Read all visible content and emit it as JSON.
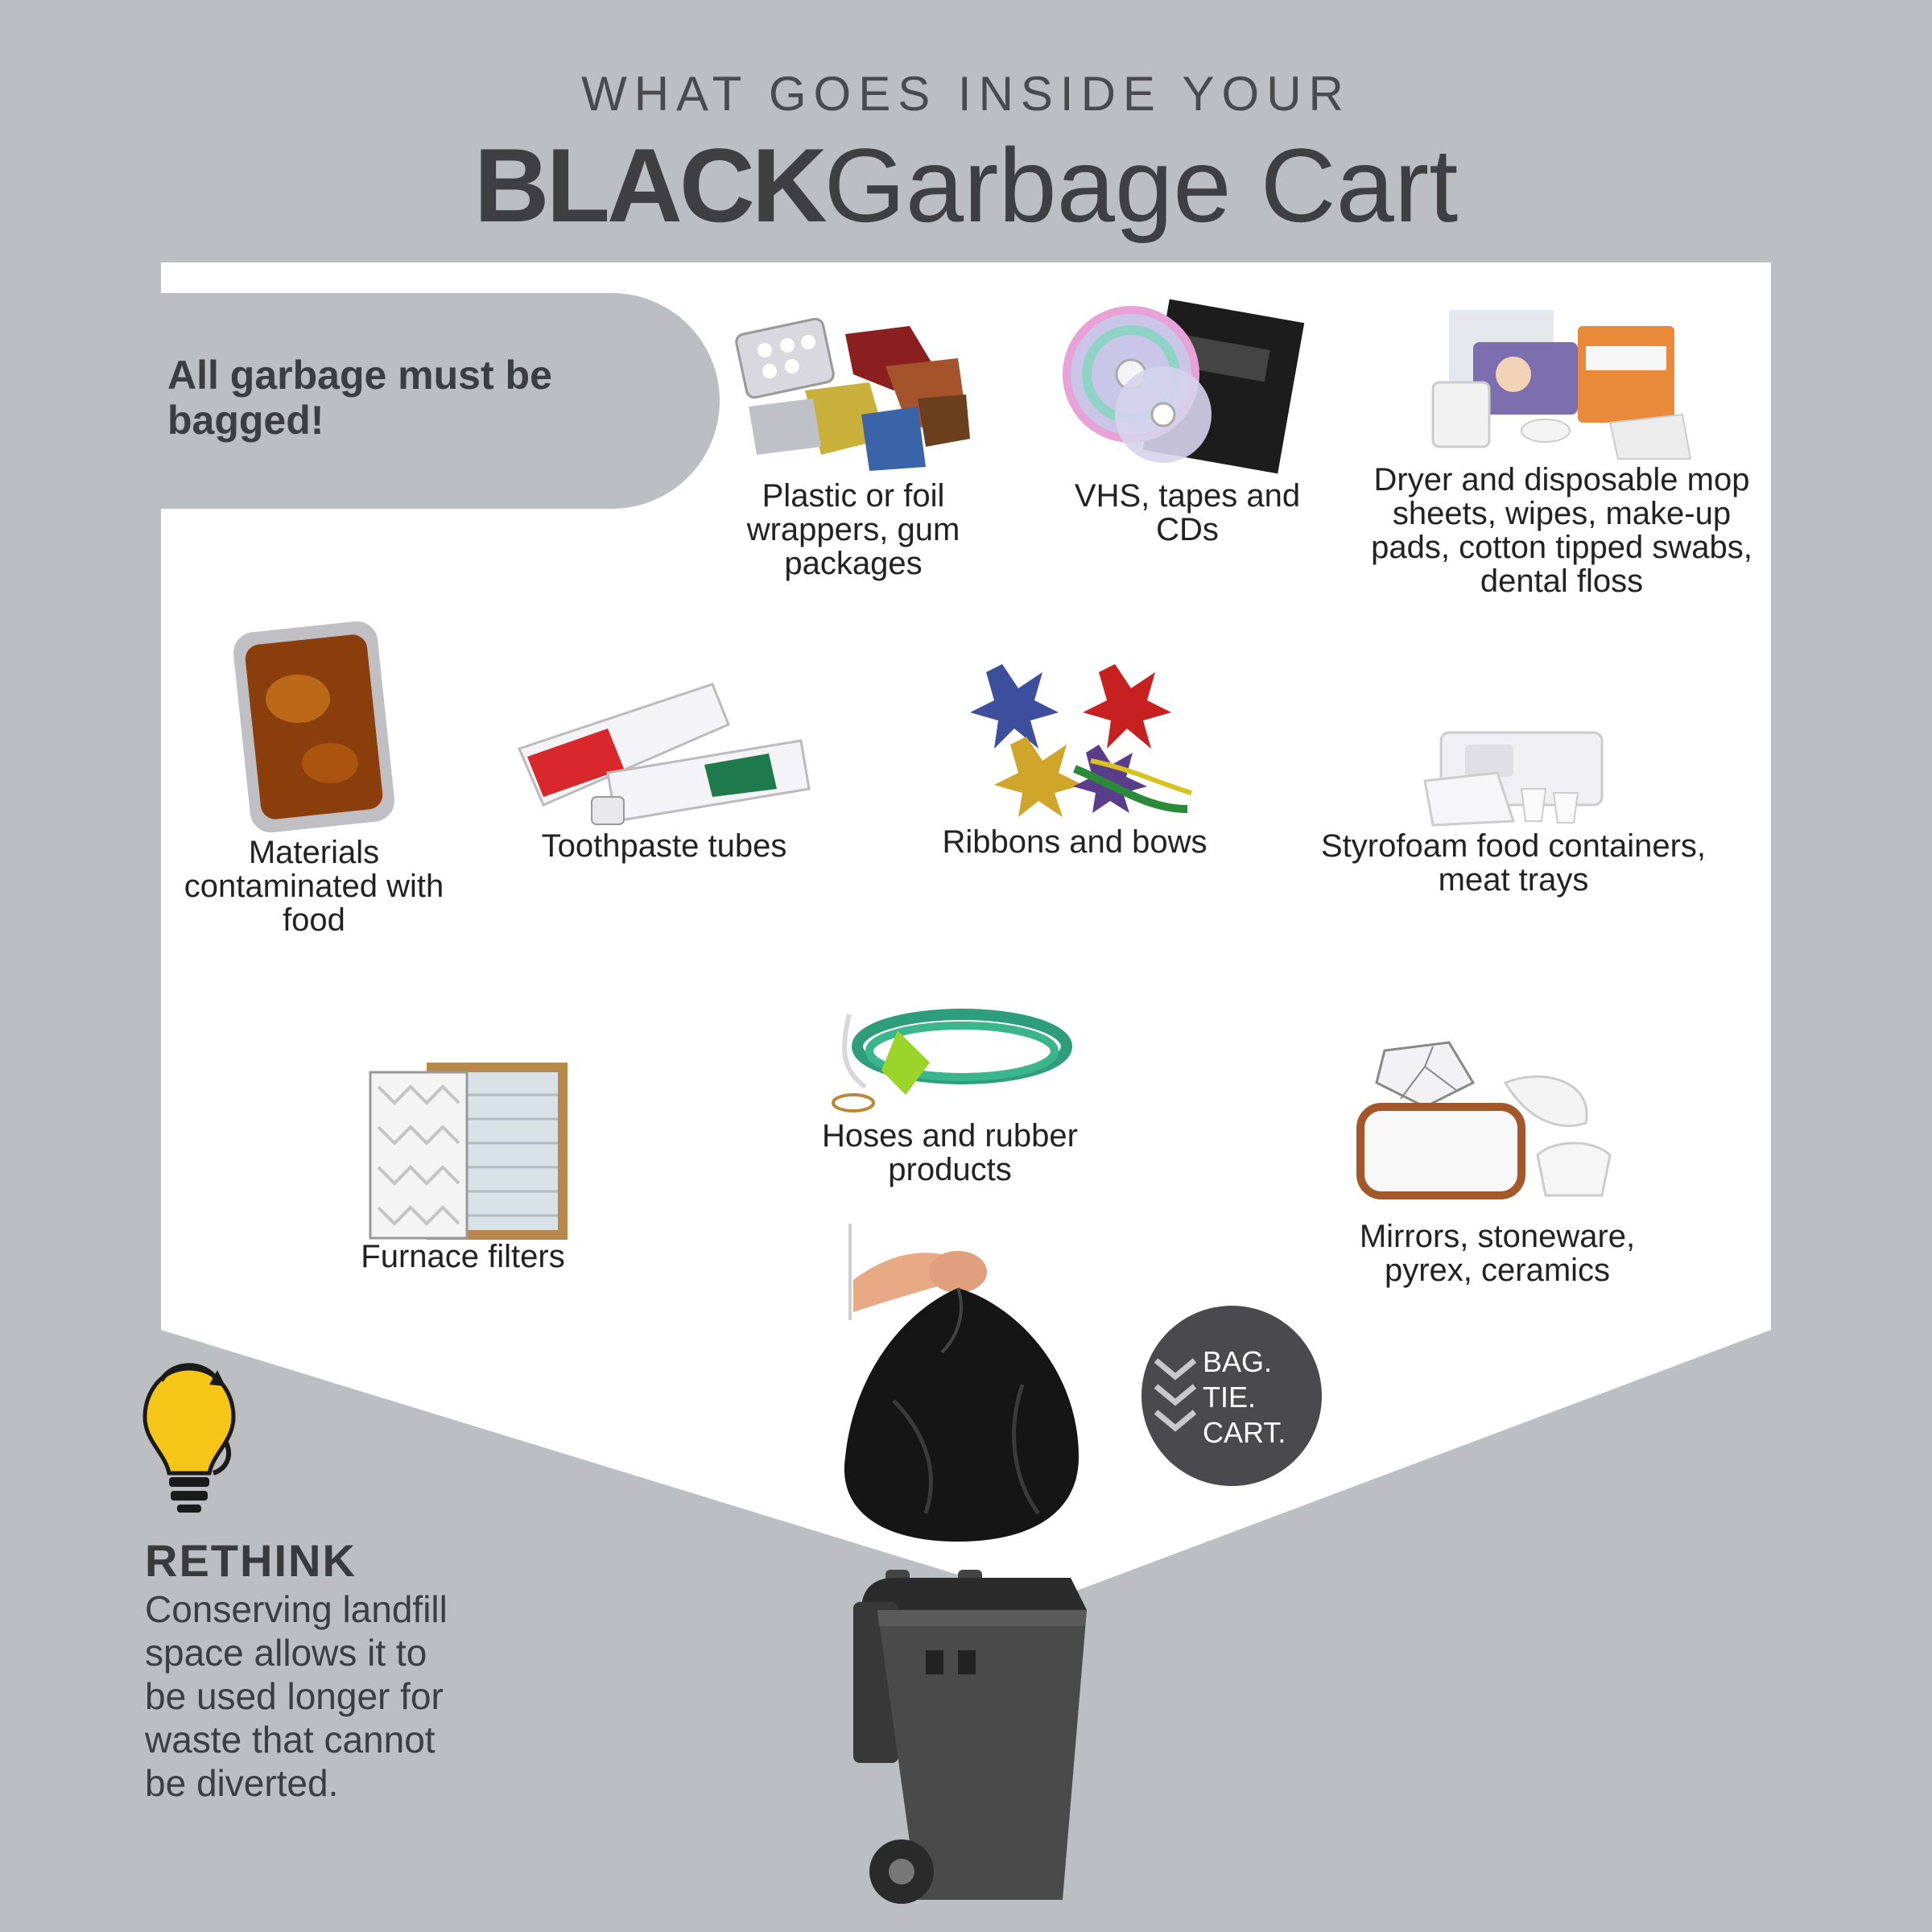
{
  "header": {
    "subtitle": "WHAT GOES INSIDE YOUR",
    "title_bold": "BLACK",
    "title_light": "Garbage Cart"
  },
  "notice": {
    "text": "All garbage must be bagged!"
  },
  "items": [
    {
      "label": "Plastic or foil wrappers, gum packages",
      "icon": "wrappers-icon"
    },
    {
      "label": "VHS, tapes and CDs",
      "icon": "cd-vhs-icon"
    },
    {
      "label": "Dryer and disposable mop sheets, wipes, make-up pads, cotton tipped swabs, dental floss",
      "icon": "wipes-icon"
    },
    {
      "label": "Materials contaminated with food",
      "icon": "food-tray-icon"
    },
    {
      "label": "Toothpaste tubes",
      "icon": "toothpaste-icon"
    },
    {
      "label": "Ribbons and bows",
      "icon": "bows-icon"
    },
    {
      "label": "Styrofoam food containers, meat trays",
      "icon": "styrofoam-icon"
    },
    {
      "label": "Furnace filters",
      "icon": "filter-icon"
    },
    {
      "label": "Hoses and rubber products",
      "icon": "hose-icon"
    },
    {
      "label": "Mirrors, stoneware, pyrex, ceramics",
      "icon": "ceramics-icon"
    }
  ],
  "badge": {
    "line1": "BAG.",
    "line2": "TIE.",
    "line3": "CART."
  },
  "rethink": {
    "heading": "RETHINK",
    "body": "Conserving landfill space allows it to be used longer for waste that cannot be diverted.",
    "icon": "lightbulb-recycle-icon"
  },
  "colors": {
    "background": "#bdbec1",
    "panel": "#ffffff",
    "text_dark": "#3a3a3c",
    "bulb": "#f5c518",
    "badge": "#4a4a4c"
  }
}
